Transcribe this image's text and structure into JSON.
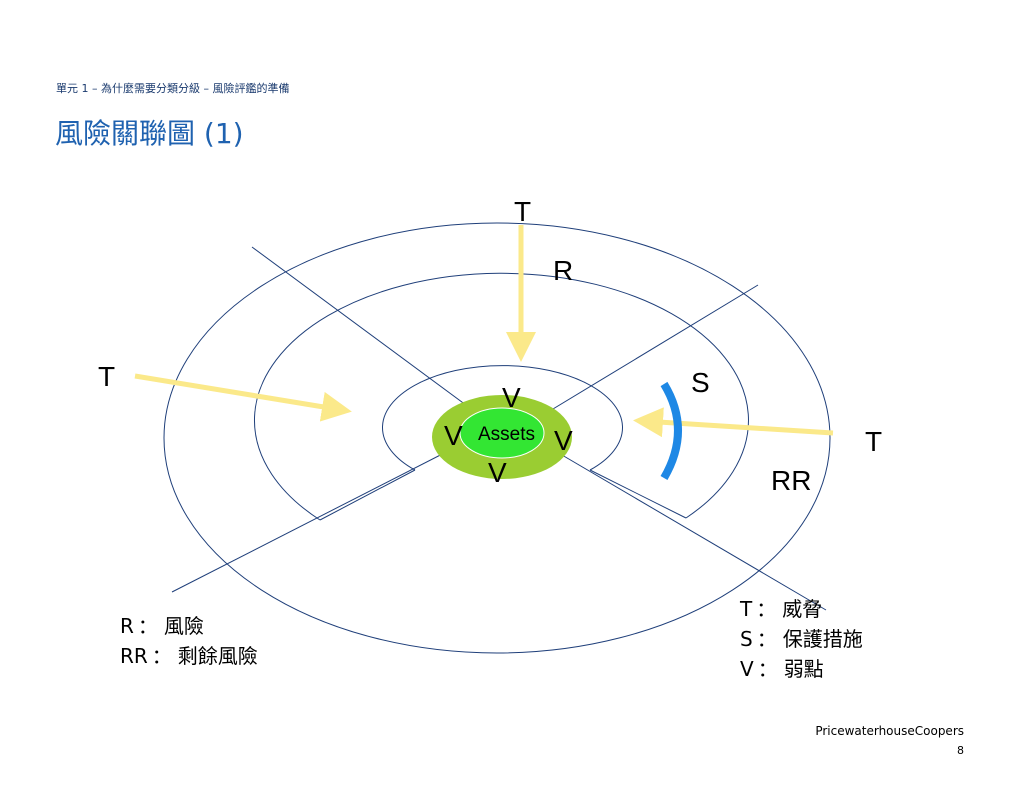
{
  "header": {
    "breadcrumb": "單元 1 – 為什麼需要分類分級 – 風險評鑑的準備",
    "title": "風險關聯圖 (1)"
  },
  "diagram": {
    "threat_top": "T",
    "risk_label": "R",
    "threat_left": "T",
    "safeguard_label": "S",
    "threat_right": "T",
    "residual_risk_label": "RR",
    "assets_label": "Assets",
    "vulnerability_top": "V",
    "vulnerability_left": "V",
    "vulnerability_right": "V",
    "vulnerability_bottom": "V"
  },
  "legend_left": [
    {
      "key": "R",
      "sep": "：",
      "text": "風險"
    },
    {
      "key": "RR",
      "sep": "：",
      "text": "剩餘風險"
    }
  ],
  "legend_right": [
    {
      "key": "T",
      "sep": "：",
      "text": "威脅"
    },
    {
      "key": "S",
      "sep": "：",
      "text": "保護措施"
    },
    {
      "key": "V",
      "sep": "：",
      "text": "弱點"
    }
  ],
  "footer": {
    "company": "PricewaterhouseCoopers",
    "page_number": "8"
  },
  "colors": {
    "title": "#1f62b0",
    "ring_stroke": "#1f3f7a",
    "arrow": "#fbe98a",
    "safeguard": "#1e88e5",
    "assets_outer": "#9acd32",
    "assets_inner": "#33e633"
  }
}
